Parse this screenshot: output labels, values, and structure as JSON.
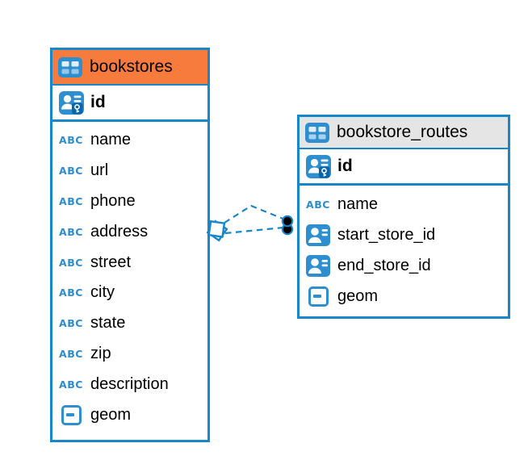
{
  "colors": {
    "accent_blue": "#1786ca",
    "icon_blue": "#2e8fd0",
    "type_icon_blue": "#2f8ccd",
    "header_orange": "#f87b3e",
    "header_gray": "#e5e5e5",
    "key_badge_blue": "#0a65ab",
    "text_black": "#000000",
    "canvas_white": "#ffffff"
  },
  "icons": {
    "text_type_glyph": "ABC"
  },
  "diagram": {
    "tables": [
      {
        "name": "bookstores",
        "header_color": "orange",
        "primary_key": {
          "label": "id"
        },
        "columns": [
          {
            "label": "name",
            "type": "text"
          },
          {
            "label": "url",
            "type": "text"
          },
          {
            "label": "phone",
            "type": "text"
          },
          {
            "label": "address",
            "type": "text"
          },
          {
            "label": "street",
            "type": "text"
          },
          {
            "label": "city",
            "type": "text"
          },
          {
            "label": "state",
            "type": "text"
          },
          {
            "label": "zip",
            "type": "text"
          },
          {
            "label": "description",
            "type": "text"
          },
          {
            "label": "geom",
            "type": "geometry"
          }
        ]
      },
      {
        "name": "bookstore_routes",
        "header_color": "gray",
        "primary_key": {
          "label": "id"
        },
        "columns": [
          {
            "label": "name",
            "type": "text"
          },
          {
            "label": "start_store_id",
            "type": "reference"
          },
          {
            "label": "end_store_id",
            "type": "reference"
          },
          {
            "label": "geom",
            "type": "geometry"
          }
        ]
      }
    ],
    "connector": {
      "from_table": "bookstores",
      "to_table": "bookstore_routes",
      "line_style": "dashed",
      "line_count": 2
    }
  }
}
